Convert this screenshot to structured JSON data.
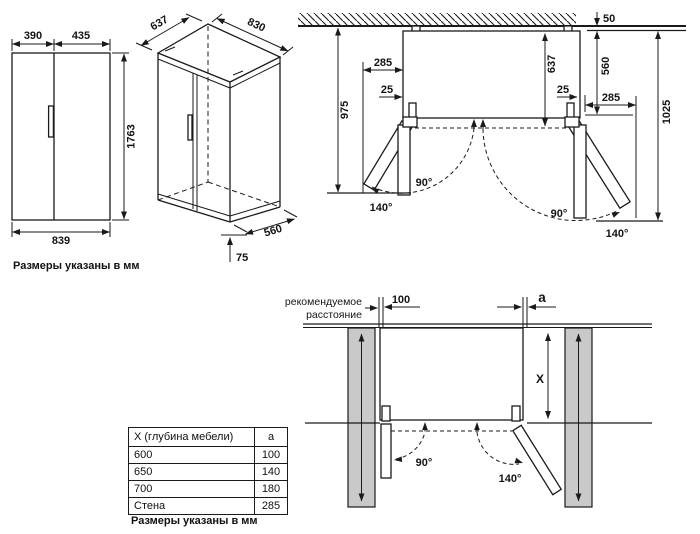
{
  "front_view": {
    "door_left_width": "390",
    "door_right_width": "435",
    "height": "1763",
    "total_width": "839",
    "units_note": "Размеры указаны в мм"
  },
  "iso_view": {
    "top_depth": "637",
    "top_width": "830",
    "bottom_depth": "560",
    "base_height": "75"
  },
  "top_view": {
    "left_clearance": "285",
    "left_hinge_offset": "25",
    "left_total_depth": "975",
    "body_depth": "637",
    "wall_gap": "50",
    "door_front_depth": "560",
    "right_hinge_offset": "25",
    "right_clearance": "285",
    "right_total_depth": "1025",
    "left_angle_90": "90°",
    "left_angle_140": "140°",
    "right_angle_90": "90°",
    "right_angle_140": "140°"
  },
  "install_view": {
    "recommended_line1": "рекомендуемое",
    "recommended_line2": "расстояние",
    "side_gap": "100",
    "gap_var": "a",
    "furniture_depth_var": "X",
    "angle_90": "90°",
    "angle_140": "140°",
    "units_note": "Размеры указаны в мм"
  },
  "clearance_table": {
    "col_depth": "X (глубина мебели)",
    "col_a": "a",
    "rows": [
      [
        "600",
        "100"
      ],
      [
        "650",
        "140"
      ],
      [
        "700",
        "180"
      ],
      [
        "Стена",
        "285"
      ]
    ]
  }
}
